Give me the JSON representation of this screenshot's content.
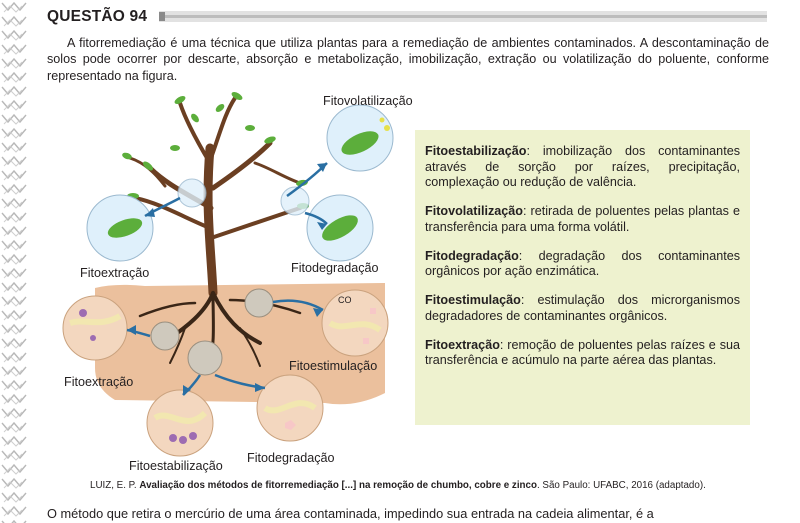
{
  "question": {
    "title": "QUESTÃO 94"
  },
  "intro": "A fitorremediação é uma técnica que utiliza plantas para a remediação de ambientes contaminados. A descontaminação de solos pode ocorrer por descarte, absorção e metabolização, imobilização, extração ou volatilização do poluente, conforme representado na figura.",
  "figure": {
    "labels": {
      "fitovolatilizacao": "Fitovolatilização",
      "fitoextracao_top": "Fitoextração",
      "fitodegradacao_top": "Fitodegradação",
      "fitoextracao_bottom": "Fitoextração",
      "fitoestimulacao": "Fitoestimulação",
      "fitoestabilizacao": "Fitoestabilização",
      "fitodegradacao_bottom": "Fitodegradação",
      "co": "CO"
    }
  },
  "definitions": [
    {
      "term": "Fitoestabilização",
      "text": ": imobilização dos contaminantes através de sorção por raízes, precipitação, complexação ou redução de valência."
    },
    {
      "term": "Fitovolatilização",
      "text": ": retirada de poluentes pelas plantas e transferência para uma forma volátil."
    },
    {
      "term": "Fitodegradação",
      "text": ": degradação dos contaminantes orgânicos por ação enzimática."
    },
    {
      "term": "Fitoestimulação",
      "text": ": estimulação dos microrganismos degradadores de contaminantes orgânicos."
    },
    {
      "term": "Fitoextração",
      "text": ": remoção de poluentes pelas raízes e sua transferência e acúmulo na parte aérea das plantas."
    }
  ],
  "citation": {
    "author": "LUIZ, E. P. ",
    "title": "Avaliação dos métodos de fitorremediação [...] na remoção de chumbo, cobre e zinco",
    "rest": ". São Paulo: UFABC, 2016 (adaptado)."
  },
  "question_text": "O método que retira o mercúrio de uma área contaminada, impedindo sua entrada na cadeia alimentar, é a",
  "colors": {
    "box_bg": "#eef2cf",
    "soil": "#e7b58c",
    "leaf": "#5cae3b",
    "trunk": "#6b3f22",
    "arrow": "#2a6fa3",
    "circle_fill": "#dff0fb"
  }
}
